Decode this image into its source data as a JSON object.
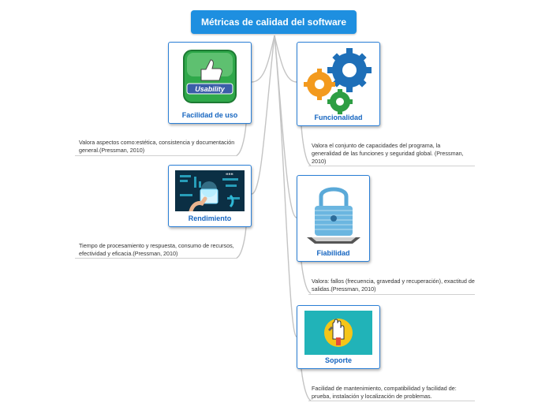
{
  "title": "Métricas de calidad del software",
  "nodes": {
    "facilidad": {
      "label": "Facilidad de uso",
      "image_text": "Usability",
      "note": "Valora aspectos como:estética, consistencia y documentación general.(Pressman, 2010)"
    },
    "funcionalidad": {
      "label": "Funcionalidad",
      "note": "Valora el conjunto de capacidades del programa, la generalidad de las funciones y seguridad global. (Pressman, 2010)"
    },
    "rendimiento": {
      "label": "Rendimiento",
      "note": "Tiempo de procesamiento y respuesta, consumo de recursos, efectividad y eficacia.(Pressman, 2010)"
    },
    "fiabilidad": {
      "label": "Fiabilidad",
      "note": "Valora: fallos (frecuencia, gravedad y recuperación), exactitud de salidas.(Pressman, 2010)"
    },
    "soporte": {
      "label": "Soporte",
      "note": "Facilidad de mantenimiento, compatibilidad y facilidad de: prueba,  instalación y localización de problemas."
    }
  },
  "colors": {
    "root": "#1e8fe0",
    "topic_border": "#2b7fd6",
    "topic_label": "#1565c0",
    "connector": "#c4c4c4"
  }
}
